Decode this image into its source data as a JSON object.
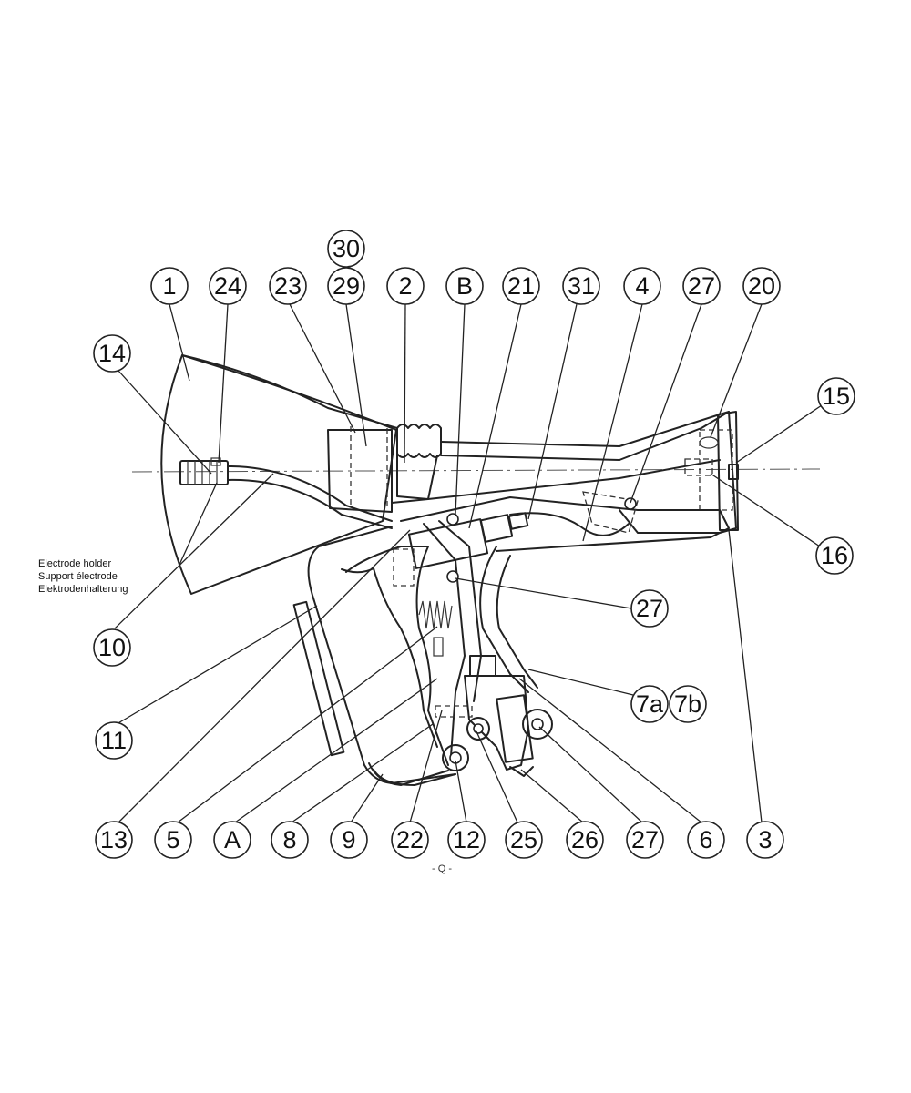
{
  "balloons": {
    "b1": "1",
    "b24": "24",
    "b23": "23",
    "b30": "30",
    "b29": "29",
    "b2": "2",
    "bB": "B",
    "b21": "21",
    "b31": "31",
    "b4": "4",
    "b27top": "27",
    "b20": "20",
    "b14": "14",
    "b15": "15",
    "b16": "16",
    "b27mid": "27",
    "b10": "10",
    "b7a": "7a",
    "b7b": "7b",
    "b11": "11",
    "b13": "13",
    "b5": "5",
    "bA": "A",
    "b8": "8",
    "b9": "9",
    "b22": "22",
    "b12": "12",
    "b25": "25",
    "b26": "26",
    "b27bot": "27",
    "b6": "6",
    "b3": "3"
  },
  "caption": {
    "line_en": "Electrode holder",
    "line_fr": "Support électrode",
    "line_de": "Elektrodenhalterung"
  },
  "page_number": "- Q -"
}
